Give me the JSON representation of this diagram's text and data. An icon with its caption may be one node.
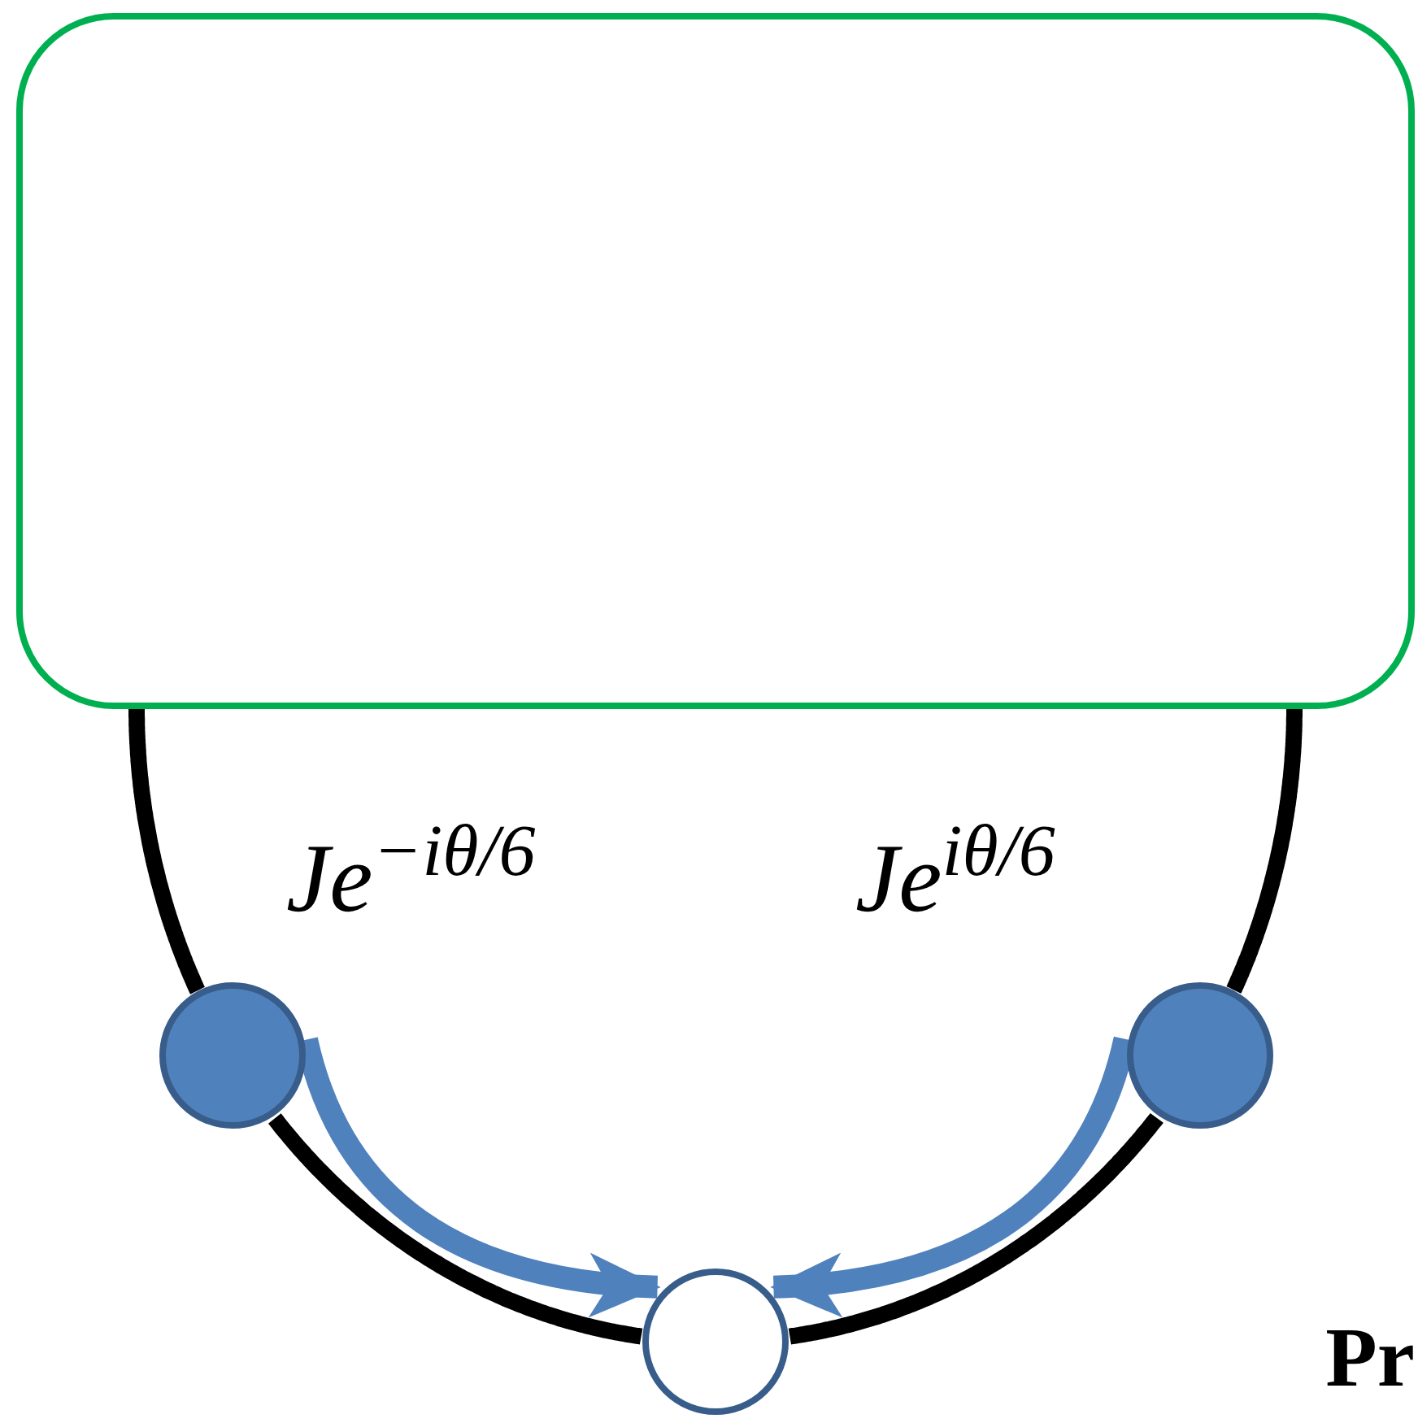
{
  "diagram": {
    "nodes": [
      {
        "text": [],
        "shape": "box"
      },
      {
        "text": [],
        "shape": "circle"
      },
      {
        "text": [],
        "shape": "circle"
      },
      {
        "text": [],
        "shape": "circle"
      }
    ],
    "edges": [
      {
        "from": 0,
        "to": 1,
        "arrow": "none"
      },
      {
        "from": 1,
        "to": 3,
        "arrow": "none"
      },
      {
        "from": 3,
        "to": 2,
        "arrow": "none"
      },
      {
        "from": 2,
        "to": 0,
        "arrow": "none"
      },
      {
        "from": 1,
        "to": 3,
        "arrow": "to",
        "color": "#4f81bd",
        "label": "Je$^{−iθ/6}$"
      },
      {
        "from": 2,
        "to": 3,
        "arrow": "to",
        "color": "#4f81bd",
        "label": "Je$^{iθ/6}$"
      }
    ],
    "labels": [
      "Pr"
    ]
  }
}
